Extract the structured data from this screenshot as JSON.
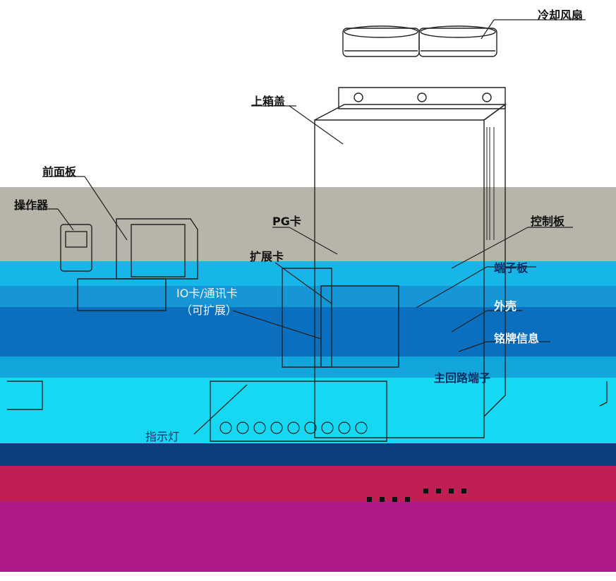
{
  "labels": {
    "cooling_fan": "冷却风扇",
    "top_cover": "上箱盖",
    "front_panel": "前面板",
    "operator": "操作器",
    "pg_card": "PG卡",
    "control_board": "控制板",
    "expansion_card": "扩展卡",
    "terminal_board_partial": "端子板",
    "io_card": "IO卡/通讯卡",
    "expandable": "（可扩展）",
    "housing": "外壳",
    "nameplate": "铭牌信息",
    "main_terminal_partial": "主回路端子",
    "indicator": "指示灯"
  },
  "colors": {
    "gray_band": "#b7b5aa",
    "cyan": "#12b4e6",
    "blue": "#0b6fbf",
    "navy": "#0c3e7d",
    "crimson": "#c21e56",
    "magenta": "#b01a86",
    "line": "#222222"
  }
}
